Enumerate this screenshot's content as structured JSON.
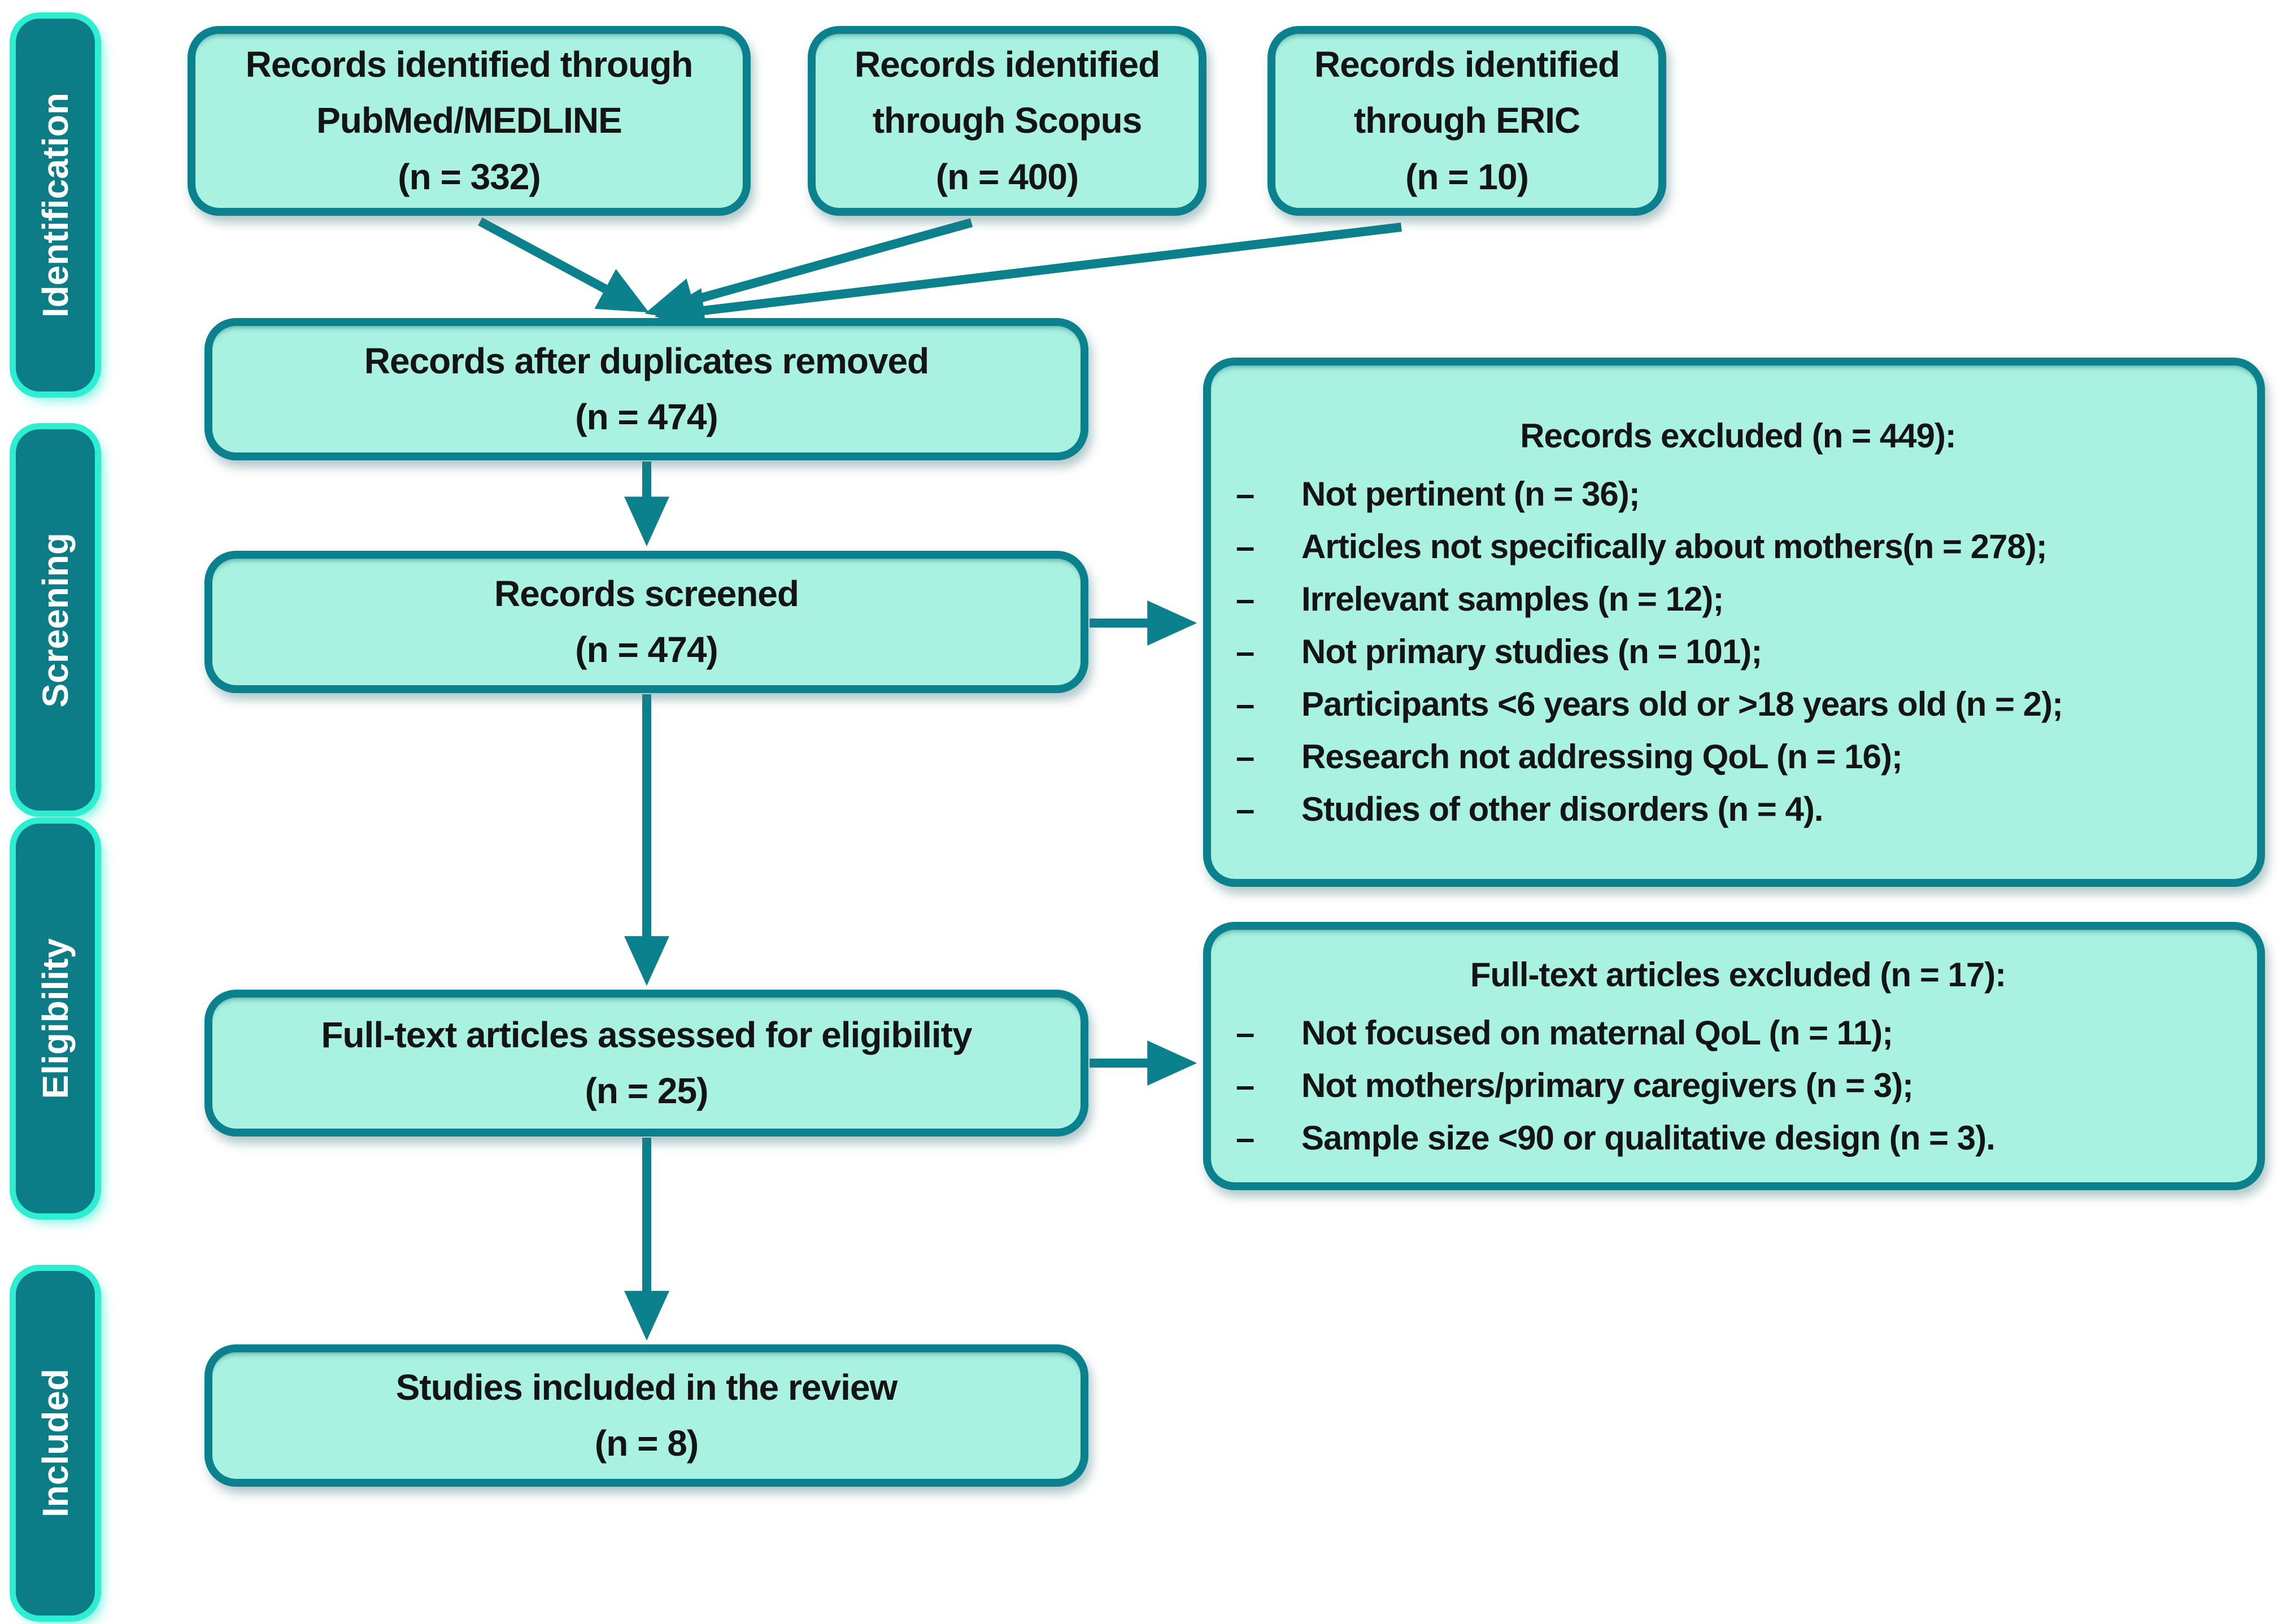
{
  "diagram": {
    "stages": {
      "identification": "Identification",
      "screening": "Screening",
      "eligibility": "Eligibility",
      "included": "Included"
    },
    "boxes": {
      "pubmed": {
        "lines": [
          "Records identified through",
          "PubMed/MEDLINE",
          "(n = 332)"
        ]
      },
      "scopus": {
        "lines": [
          "Records identified",
          "through Scopus",
          "(n = 400)"
        ]
      },
      "eric": {
        "lines": [
          "Records identified",
          "through ERIC",
          "(n = 10)"
        ]
      },
      "duplicates": {
        "lines": [
          "Records after duplicates removed",
          "(n = 474)"
        ]
      },
      "screened": {
        "lines": [
          "Records screened",
          "(n = 474)"
        ]
      },
      "fulltext": {
        "lines": [
          "Full-text articles assessed for eligibility",
          "(n = 25)"
        ]
      },
      "included": {
        "lines": [
          "Studies included in the review",
          "(n = 8)"
        ]
      }
    },
    "exclusions": {
      "records": {
        "title": "Records excluded (n = 449):",
        "bullet": "–",
        "items": [
          "Not pertinent (n = 36);",
          "Articles not specifically about mothers(n = 278);",
          "Irrelevant samples (n = 12);",
          "Not primary studies (n = 101);",
          "Participants <6 years old or >18 years old (n = 2);",
          "Research not addressing QoL (n = 16);",
          "Studies of other disorders (n = 4)."
        ]
      },
      "fulltext": {
        "title": "Full-text articles excluded (n = 17):",
        "bullet": "–",
        "items": [
          "Not focused on maternal QoL (n = 11);",
          "Not mothers/primary caregivers (n = 3);",
          "Sample size <90 or qualitative design (n = 3)."
        ]
      }
    },
    "colors": {
      "box_fill": "#a9f2e1",
      "box_border": "#0c818e",
      "sidebar_fill": "#0c7c86",
      "sidebar_glow": "#2eeed2",
      "arrow": "#0c818e",
      "text": "#141414"
    }
  }
}
